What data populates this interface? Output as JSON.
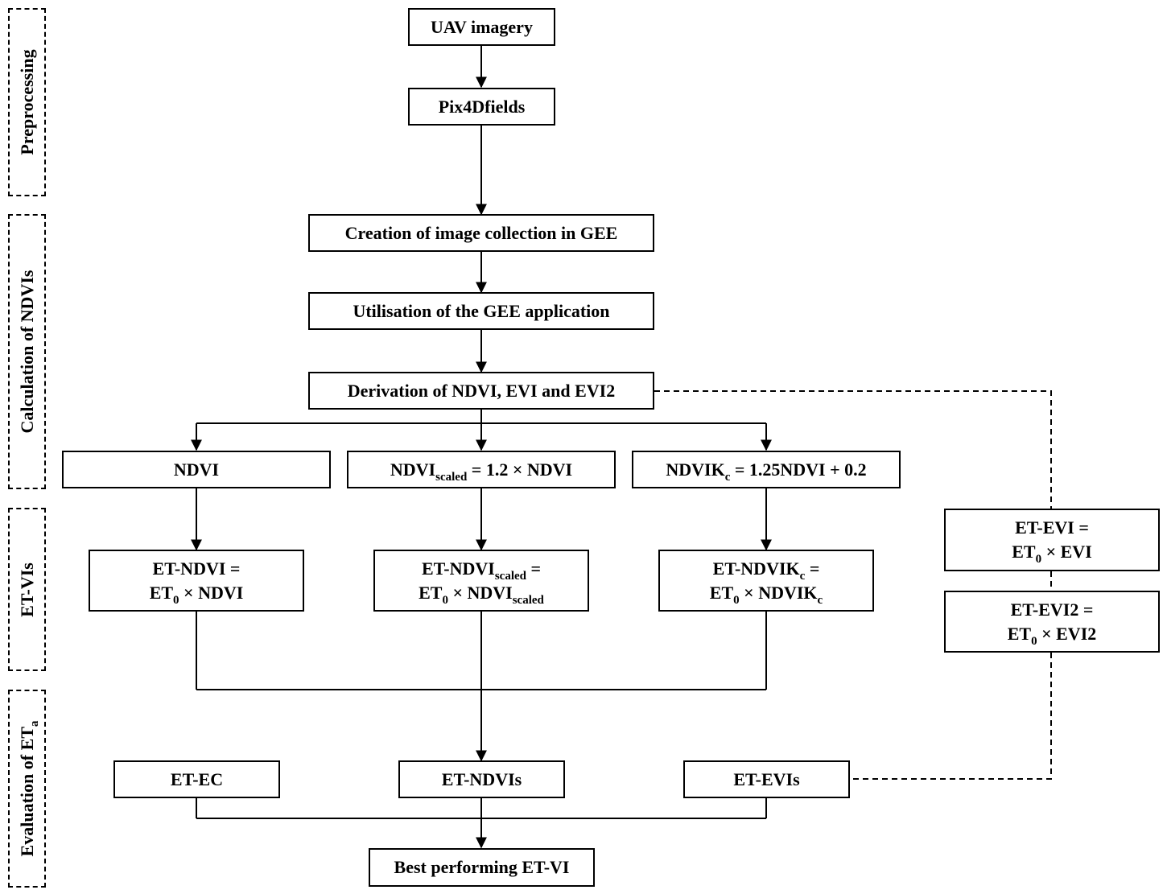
{
  "phases": {
    "preprocessing": "Preprocessing",
    "ndvi_calc": "Calculation of NDVIs",
    "et_vis": "ET-VIs",
    "eval_prefix": "Evaluation of ET",
    "eval_sub": "a"
  },
  "nodes": {
    "uav": "UAV imagery",
    "pix4d": "Pix4Dfields",
    "creation": "Creation of image collection in GEE",
    "utilisation": "Utilisation of the GEE application",
    "derivation": "Derivation of NDVI, EVI and EVI2",
    "ndvi": "NDVI",
    "ndvi_scaled": {
      "a": "NDVI",
      "sub": "scaled",
      "b": " = 1.2 × NDVI"
    },
    "ndvikc": {
      "a": "NDVIK",
      "sub": "c",
      "b": " = 1.25NDVI + 0.2"
    },
    "et_ndvi": {
      "l1": "ET-NDVI =",
      "l2a": "ET",
      "l2sub": "0",
      "l2b": " × NDVI"
    },
    "et_ndvi_scaled": {
      "l1a": "ET-NDVI",
      "l1sub": "scaled",
      "l1b": " =",
      "l2a": "ET",
      "l2sub": "0",
      "l2b": " × NDVI",
      "l2sub2": "scaled"
    },
    "et_ndvikc": {
      "l1a": "ET-NDVIK",
      "l1sub": "c",
      "l1b": " =",
      "l2a": "ET",
      "l2sub": "0",
      "l2b": " × NDVIK",
      "l2sub2": "c"
    },
    "et_evi": {
      "l1": "ET-EVI =",
      "l2a": "ET",
      "l2sub": "0",
      "l2b": " × EVI"
    },
    "et_evi2": {
      "l1": "ET-EVI2 =",
      "l2a": "ET",
      "l2sub": "0",
      "l2b": " × EVI2"
    },
    "et_ec": "ET-EC",
    "et_ndvis": "ET-NDVIs",
    "et_evis": "ET-EVIs",
    "best": "Best performing ET-VI"
  }
}
